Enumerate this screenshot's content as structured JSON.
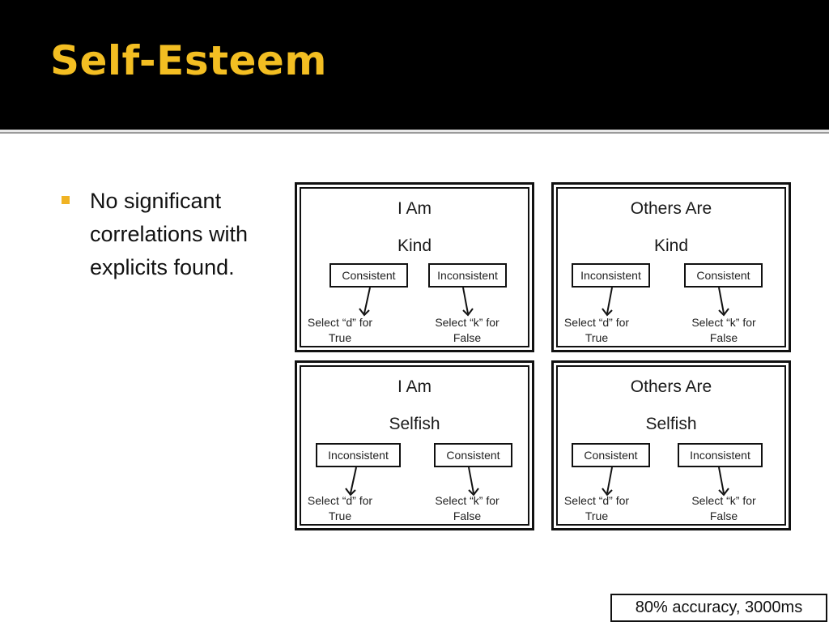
{
  "slide": {
    "title": "Self-Esteem",
    "bullet": "No significant correlations with explicits found.",
    "note": "80% accuracy, 3000ms"
  },
  "colors": {
    "header_bg": "#000000",
    "title": "#f3be22",
    "bullet_marker": "#f0b323",
    "content_bg": "#ffffff"
  },
  "panels": [
    {
      "subject": "I Am",
      "attribute": "Kind",
      "left_option": "Consistent",
      "right_option": "Inconsistent",
      "left_instruction": "Select “d” for True",
      "right_instruction": "Select “k” for False"
    },
    {
      "subject": "Others Are",
      "attribute": "Kind",
      "left_option": "Inconsistent",
      "right_option": "Consistent",
      "left_instruction": "Select “d” for True",
      "right_instruction": "Select “k” for False"
    },
    {
      "subject": "I Am",
      "attribute": "Selfish",
      "left_option": "Inconsistent",
      "right_option": "Consistent",
      "left_instruction": "Select “d” for True",
      "right_instruction": "Select “k” for False"
    },
    {
      "subject": "Others Are",
      "attribute": "Selfish",
      "left_option": "Consistent",
      "right_option": "Inconsistent",
      "left_instruction": "Select “d” for True",
      "right_instruction": "Select “k” for False"
    }
  ]
}
